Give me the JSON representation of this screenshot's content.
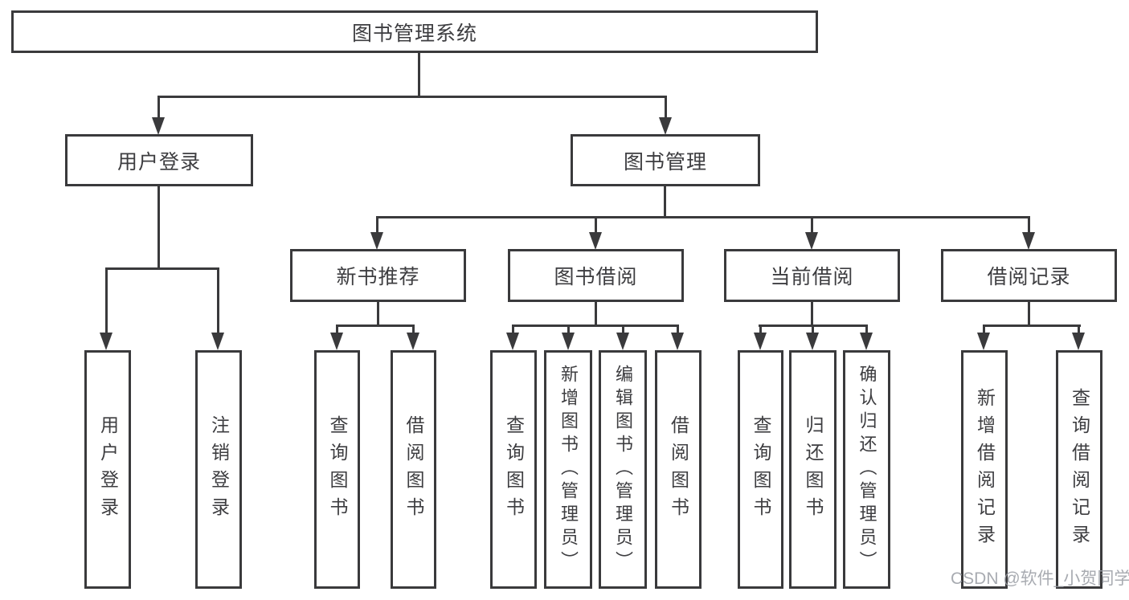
{
  "tree": {
    "root": "图书管理系统",
    "branches": [
      {
        "label": "用户登录",
        "children": [
          "用户登录",
          "注销登录"
        ]
      },
      {
        "label": "图书管理",
        "children": [
          {
            "label": "新书推荐",
            "children": [
              "查询图书",
              "借阅图书"
            ]
          },
          {
            "label": "图书借阅",
            "children": [
              "查询图书",
              "新增图书（管理员）",
              "编辑图书（管理员）",
              "借阅图书"
            ]
          },
          {
            "label": "当前借阅",
            "children": [
              "查询图书",
              "归还图书",
              "确认归还（管理员）"
            ]
          },
          {
            "label": "借阅记录",
            "children": [
              "新增借阅记录",
              "查询借阅记录"
            ]
          }
        ]
      }
    ]
  },
  "watermark": "CSDN @软件_小贺同学",
  "colors": {
    "line": "#3a3a3c",
    "text": "#3d3d40",
    "watermark": "#999ca3",
    "background": "#ffffff"
  }
}
